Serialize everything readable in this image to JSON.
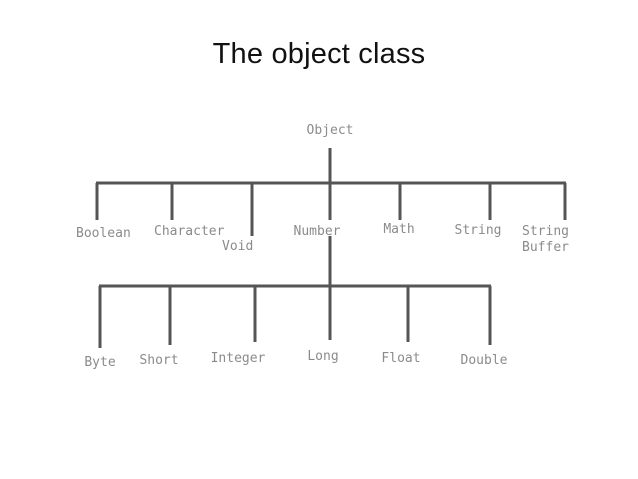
{
  "slide": {
    "title": "The object class",
    "background_color": "#ffffff",
    "title_color": "#111111"
  },
  "diagram": {
    "line_color": "#555555",
    "label_color": "#8b8b8b",
    "root": {
      "label": "Object"
    },
    "level1": [
      {
        "label": "Boolean"
      },
      {
        "label": "Character"
      },
      {
        "label": "Void"
      },
      {
        "label": "Number"
      },
      {
        "label": "Math"
      },
      {
        "label": "String"
      },
      {
        "label": "String",
        "label2": "Buffer"
      }
    ],
    "level2_parent": "Number",
    "level2": [
      {
        "label": "Byte"
      },
      {
        "label": "Short"
      },
      {
        "label": "Integer"
      },
      {
        "label": "Long"
      },
      {
        "label": "Float"
      },
      {
        "label": "Double"
      }
    ]
  }
}
